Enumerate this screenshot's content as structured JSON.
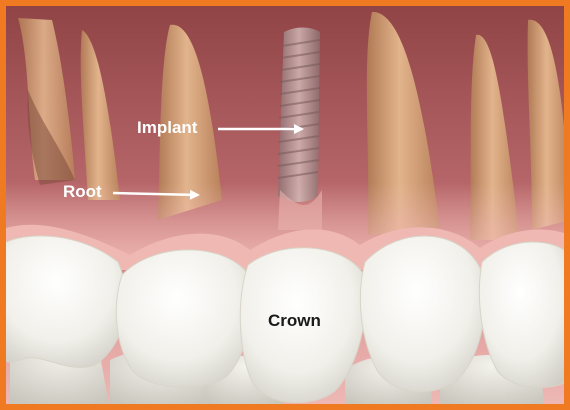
{
  "diagram": {
    "labels": {
      "implant": "Implant",
      "root": "Root",
      "crown": "Crown"
    },
    "colors": {
      "frame": "#f07a22",
      "gum_deep": "#9c4a4c",
      "gum_light": "#e4a6a4",
      "root": "#d9a67c",
      "implant": "#b59a99",
      "tooth": "#f6f5f0",
      "label_text": "#ffffff",
      "crown_text": "#1a1a1a",
      "arrow": "#ffffff"
    }
  }
}
